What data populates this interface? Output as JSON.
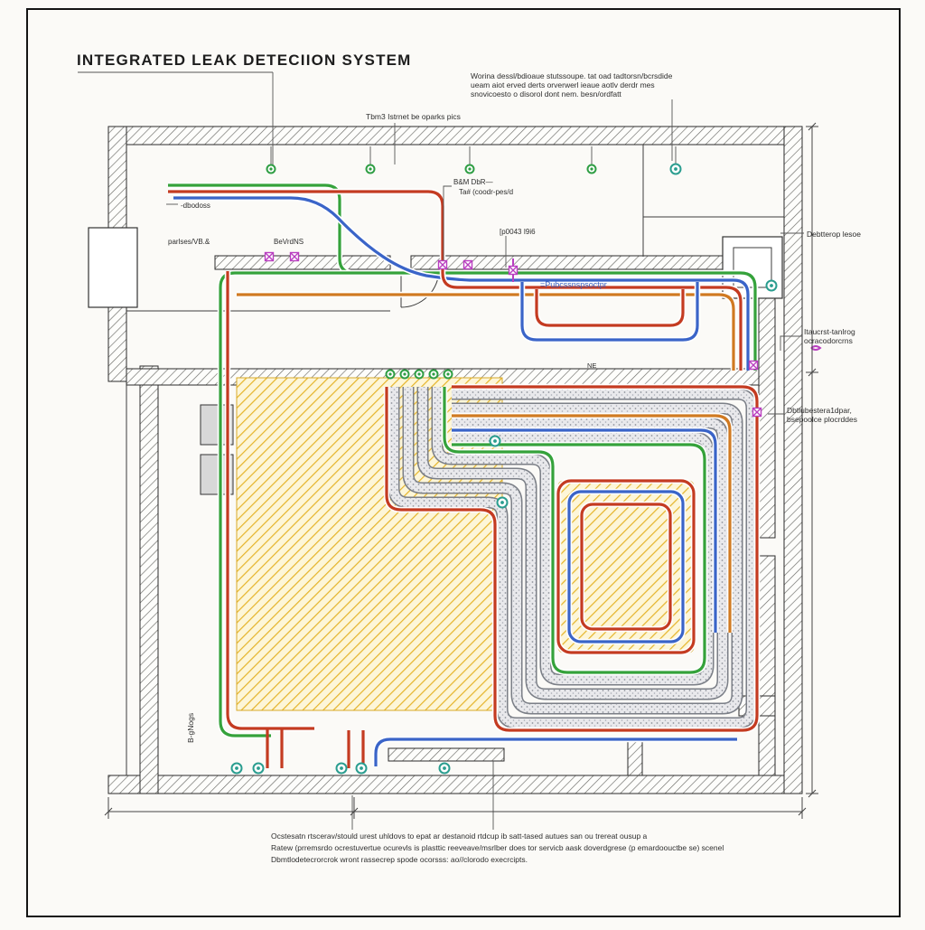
{
  "title": "INTEGRATED LEAK DETECIION SYSTEM",
  "annotations": {
    "top_note": "Tbm3 Istrnet be oparks pics",
    "top_right_1": "Worina dessl/bdioaue stutssoupe. tat oad tadtorsn/bcrsdide",
    "top_right_2": "ueam aiot erved derts orverwerl ieaue aotlv derdr mes",
    "top_right_3": "snovicoesto o disorol dont nem. besn/ordfatt",
    "left_wall": "-dbodoss",
    "left_pair_1": "parlses/VB.&",
    "left_pair_2": "BeVrdNS",
    "door_label_1": "B&M DbR—",
    "door_label_2": "Ta# (coodr-pes/d",
    "corridor_tag": "[p0043 I9i6",
    "corridor_blue": "=Pubcssnspsoctpr",
    "compass": "NE",
    "right_1": "Debtterop lesoe",
    "right_2a": "Itaucrst-tanlrog",
    "right_2b": "ocracodorcrns",
    "right_3a": "Dbtlubestera1dpar,",
    "right_3b": "bsepoolce plocrddes",
    "left_vertical": "B-gNogs",
    "bottom_1": "Ocstesatn rtscerav/stould urest uhldovs to epat ar destanoid rtdcup ib satt-tased autues san ou trereat ousup a",
    "bottom_2": "Ratew (prremsrdo ocrestuvertue ocurevls is plasttic reeveave/msrlber does tor servicb aask doverdgrese (p emardoouctbe se) scenel",
    "bottom_3": "Dbmtlodetecrorcrok wront rassecrep spode ocorsss: ao//clorodo execrcipts."
  },
  "colors": {
    "pipe_red": "#c43b21",
    "pipe_blue": "#3a64c8",
    "pipe_green": "#35a23b",
    "pipe_orange": "#d07a22",
    "valve_magenta": "#b93fc0",
    "sensor_teal": "#2a9d8f",
    "yellow_hatch": "#e5b42a",
    "wall_hatch": "#6a6a66",
    "duct_gray": "#8f939c"
  }
}
